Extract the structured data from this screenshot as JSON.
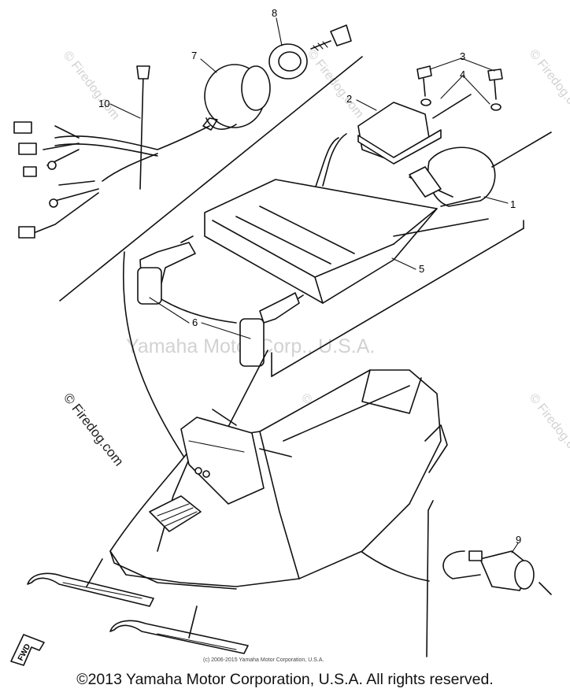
{
  "diagram": {
    "part_labels": [
      "1",
      "2",
      "3",
      "4",
      "5",
      "6",
      "7",
      "8",
      "9",
      "10"
    ],
    "fwd_label": "FWD",
    "watermarks": {
      "main": "Yamaha Motor Corp., U.S.A.",
      "site": "© Firedog.com",
      "site_dark": "© Firedog.com"
    },
    "small_credit": "(c) 2006-2015 Yamaha Motor Corporation, U.S.A.",
    "copyright": "©2013 Yamaha Motor Corporation, U.S.A. All rights reserved."
  }
}
